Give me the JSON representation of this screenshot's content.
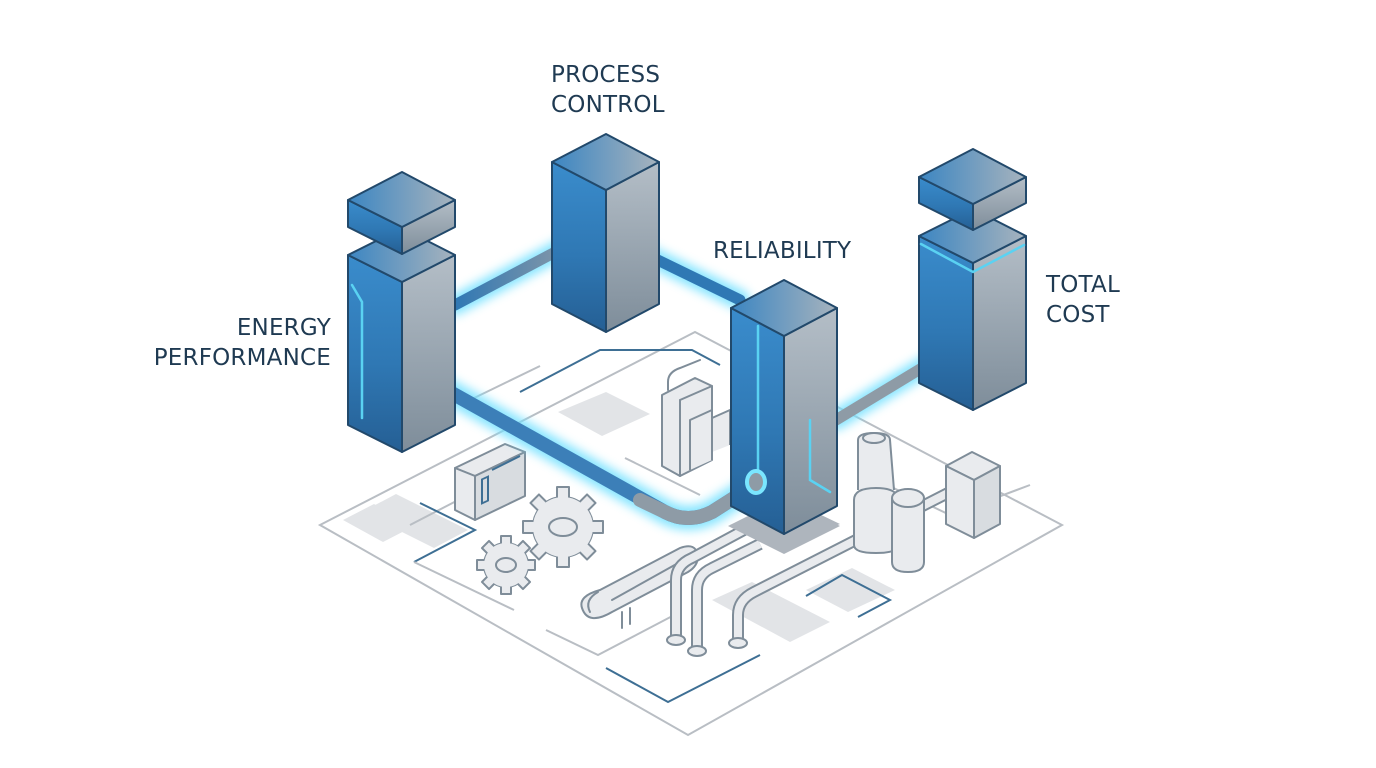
{
  "diagram": {
    "title": "Process optimisation pillars over industrial plant",
    "pillars": [
      {
        "id": "energy",
        "label_lines": [
          "ENERGY",
          "PERFORMANCE"
        ]
      },
      {
        "id": "process",
        "label_lines": [
          "PROCESS",
          "CONTROL"
        ]
      },
      {
        "id": "reliability",
        "label_lines": [
          "RELIABILITY"
        ]
      },
      {
        "id": "cost",
        "label_lines": [
          "TOTAL",
          "COST"
        ]
      }
    ],
    "connections": [
      {
        "from": "energy",
        "to": "process"
      },
      {
        "from": "process",
        "to": "reliability"
      },
      {
        "from": "energy",
        "to": "reliability"
      },
      {
        "from": "reliability",
        "to": "cost"
      }
    ],
    "floor_equipment": [
      "control-cabinet",
      "gears",
      "heat-exchanger",
      "tank",
      "pipes",
      "chimney",
      "column",
      "box-unit"
    ]
  },
  "colors": {
    "pillar_blue": "#2f78b4",
    "pillar_grey": "#9aa6b1",
    "outline": "#22496b",
    "glow": "#5ad2f2",
    "label_text": "#1f3a52",
    "floor_line": "#b9bec4",
    "floor_blue": "#3e6f94"
  }
}
